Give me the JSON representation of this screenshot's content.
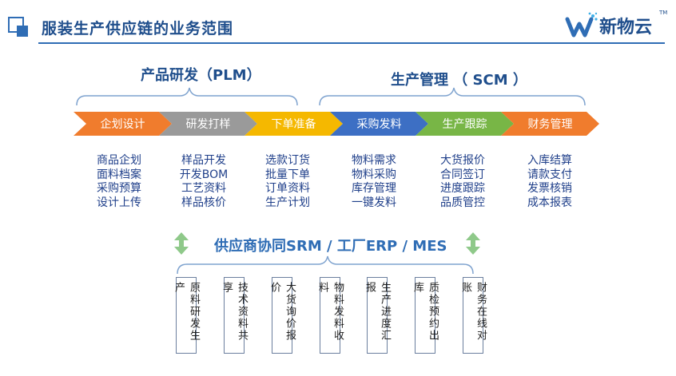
{
  "header": {
    "title": "服装生产供应链的业务范围",
    "logo_text": "新物云",
    "logo_tm": "TM"
  },
  "sections": {
    "plm": "产品研发（PLM）",
    "scm": "生产管理 （ SCM ）",
    "srm": "供应商协同SRM / 工厂ERP / MES"
  },
  "stages": [
    {
      "label": "企划设计",
      "color": "#f07c2d",
      "items": [
        "商品企划",
        "面料档案",
        "采购预算",
        "设计上传"
      ]
    },
    {
      "label": "研发打样",
      "color": "#9a9a9a",
      "items": [
        "样品开发",
        "开发BOM",
        "工艺资料",
        "样品核价"
      ]
    },
    {
      "label": "下单准备",
      "color": "#f5b800",
      "items": [
        "选款订货",
        "批量下单",
        "订单资料",
        "生产计划"
      ]
    },
    {
      "label": "采购发料",
      "color": "#3d6fc4",
      "items": [
        "物料需求",
        "物料采购",
        "库存管理",
        "一键发料"
      ]
    },
    {
      "label": "生产跟踪",
      "color": "#78b646",
      "items": [
        "大货报价",
        "合同签订",
        "进度跟踪",
        "品质管控"
      ]
    },
    {
      "label": "财务管理",
      "color": "#f07c2d",
      "items": [
        "入库结算",
        "请款支付",
        "发票核销",
        "成本报表"
      ]
    }
  ],
  "collab_boxes": [
    "原料研发生产",
    "技术资料共享",
    "大货询价报价",
    "物料发料收料",
    "生产进度汇报",
    "质检预约出库",
    "财务在线对账"
  ],
  "colors": {
    "brand_blue": "#1f4e8c",
    "arrow_green": "#8fc98a",
    "brace_blue": "#7fa3cf"
  }
}
